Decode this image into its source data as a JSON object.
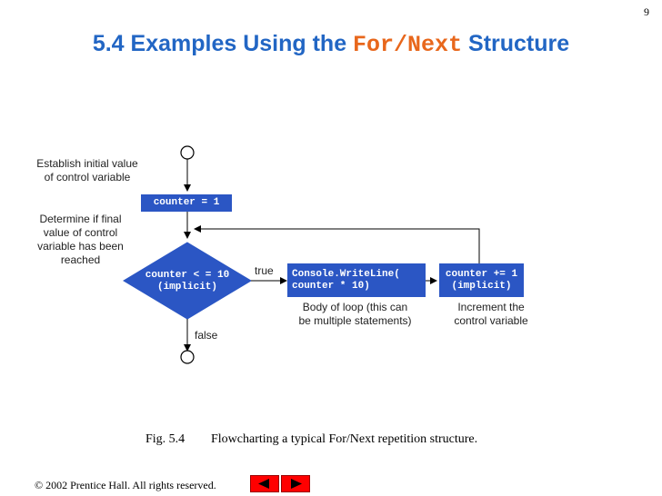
{
  "page_number": "9",
  "title": {
    "prefix": "5.4 Examples Using the ",
    "keyword": "For/Next",
    "suffix": " Structure"
  },
  "flowchart": {
    "labels": {
      "initial_value": "Establish initial value of control variable",
      "determine_final": "Determine if final value of control variable has been reached",
      "true": "true",
      "false": "false",
      "body": "Body of loop (this can be multiple statements)",
      "increment": "Increment the control variable"
    },
    "boxes": {
      "init": "counter = 1",
      "decision_line1": "counter < = 10",
      "decision_line2": "(implicit)",
      "body_line1": "Console.WriteLine(",
      "body_line2": "counter * 10)",
      "increment_line1": "counter += 1",
      "increment_line2": "(implicit)"
    }
  },
  "caption": {
    "figure": "Fig. 5.4",
    "text": "Flowcharting a typical For/Next repetition structure."
  },
  "footer": {
    "copyright": "© 2002 Prentice Hall.  All rights reserved."
  },
  "nav": {
    "prev_icon": "left-arrow-icon",
    "next_icon": "right-arrow-icon",
    "color": "#ff0000"
  },
  "colors": {
    "title": "#2266c4",
    "keyword": "#e8671c",
    "box": "#2b56c4"
  }
}
